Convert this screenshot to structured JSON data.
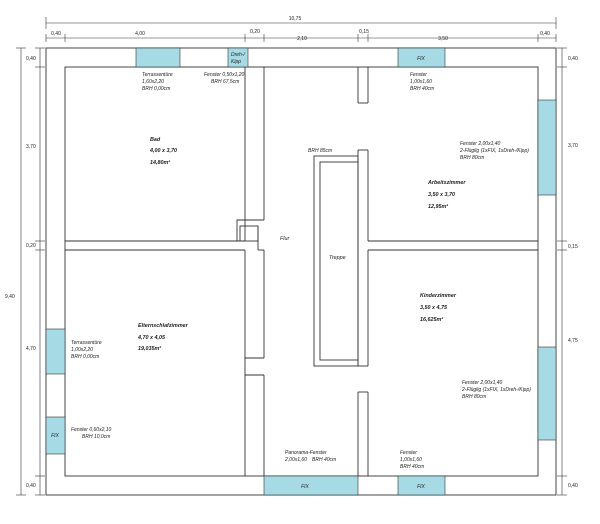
{
  "dimensions": {
    "top_total": "10,75",
    "top": [
      "0,40",
      "4,00",
      "0,20",
      "2,10",
      "0,15",
      "3,50",
      "0,40"
    ],
    "left_total": "9,40",
    "left": [
      "0,40",
      "3,70",
      "0,20",
      "4,70",
      "0,40"
    ],
    "right": [
      "0,40",
      "3,70",
      "0,15",
      "4,75",
      "0,40"
    ]
  },
  "rooms": {
    "bad": {
      "name": "Bad",
      "size": "4,00 x 3,70",
      "area": "14,80m²"
    },
    "arbeitszimmer": {
      "name": "Arbeitszimmer",
      "size": "3,50 x 3,70",
      "area": "12,95m²"
    },
    "flur": {
      "name": "Flur"
    },
    "treppe": {
      "name": "Treppe"
    },
    "elternschlafzimmer": {
      "name": "Elternschlafzimmer",
      "size": "4,70 x 4,05",
      "area": "19,035m²"
    },
    "kinderzimmer": {
      "name": "Kinderzimmer",
      "size": "3,50 x 4,75",
      "area": "16,625m²"
    }
  },
  "window_labels": {
    "top_dreh_kipp": [
      "Dreh-/",
      "Kipp"
    ],
    "fix": "FIX"
  },
  "notes": {
    "terrasse_top": [
      "Terrassentüre",
      "1,60x2,20",
      "BRH 0,00cm"
    ],
    "fenster_top_mid": [
      "Fenster 0,50x1,20",
      "BRH 67,5cm"
    ],
    "fenster_top_right": [
      "Fenster",
      "1,00x1,60",
      "BRH 40cm"
    ],
    "fenster_right_upper": [
      "Fenster 2,00x1,40",
      "2-Flüglig (1xFIX, 1xDreh-/Kipp)",
      "BRH 80cm"
    ],
    "brh_stair": "BRH 85cm",
    "terrasse_left": [
      "Terrassentüre",
      "1,00x2,20",
      "BRH 0,00cm"
    ],
    "fenster_left_lower": [
      "Fenster 0,60x2,10",
      "BRH 10,0cm"
    ],
    "fenster_right_lower": [
      "Fenster 2,00x1,40",
      "2-Flüglig (1xFIX, 1xDreh-/Kipp)",
      "BRH 80cm"
    ],
    "panorama": [
      "Panorama-Fenster",
      "2,00x1,60",
      "BRH 40cm"
    ],
    "fenster_bottom_right": [
      "Fenster",
      "1,00x1,60",
      "BRH 40cm"
    ]
  },
  "colors": {
    "glass": "#a6dbe6",
    "wall": "#333333"
  }
}
